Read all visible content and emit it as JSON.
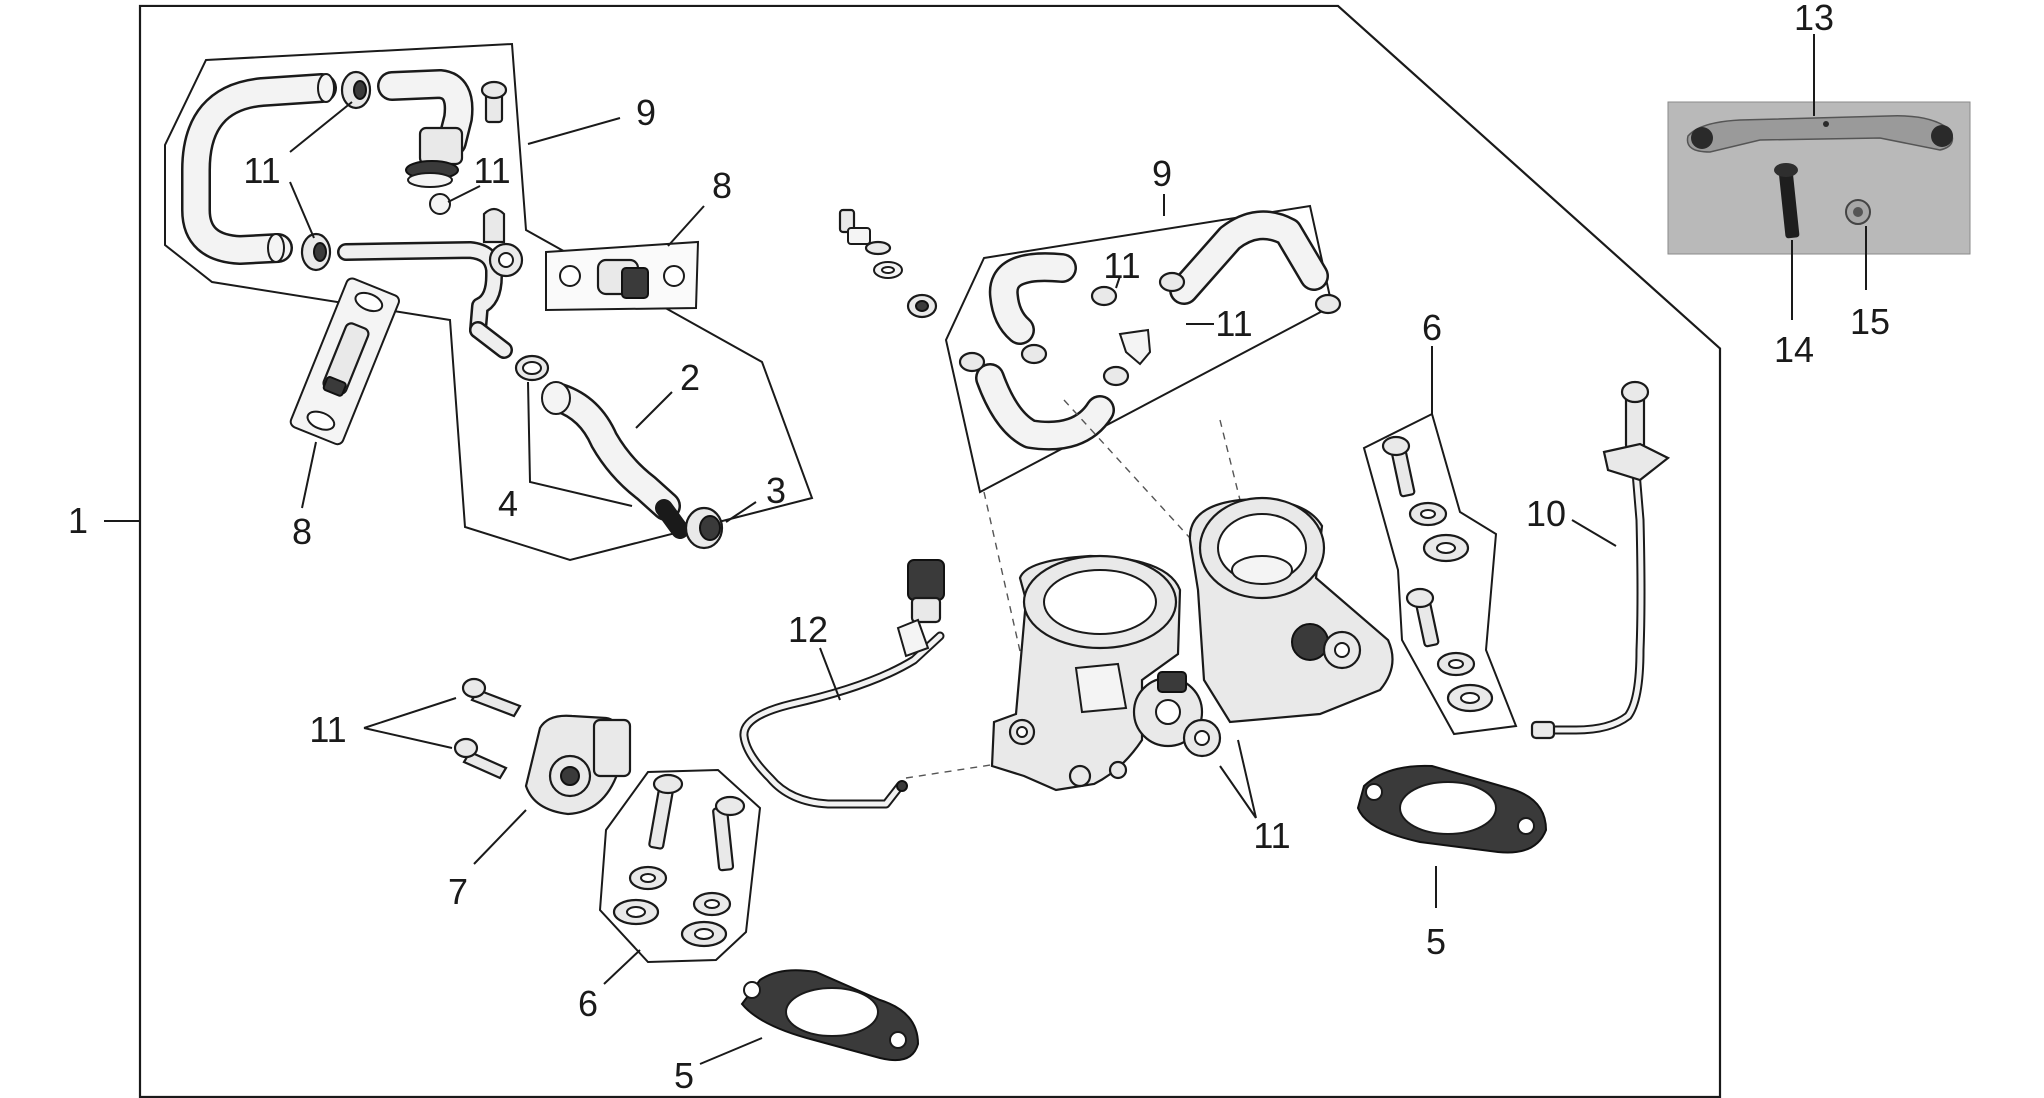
{
  "callouts": {
    "c1": "1",
    "c2": "2",
    "c3": "3",
    "c4": "4",
    "c5a": "5",
    "c5b": "5",
    "c6a": "6",
    "c6b": "6",
    "c7": "7",
    "c8a": "8",
    "c8b": "8",
    "c9a": "9",
    "c9b": "9",
    "c10": "10",
    "c11a": "11",
    "c11b": "11",
    "c11c": "11",
    "c11d": "11",
    "c11e": "11",
    "c11f": "11",
    "c12": "12",
    "c13": "13",
    "c14": "14",
    "c15": "15"
  },
  "colors": {
    "ink": "#1a1a1a",
    "photo_background": "#b9b9b9",
    "part_fill": "#e9e9e9"
  }
}
